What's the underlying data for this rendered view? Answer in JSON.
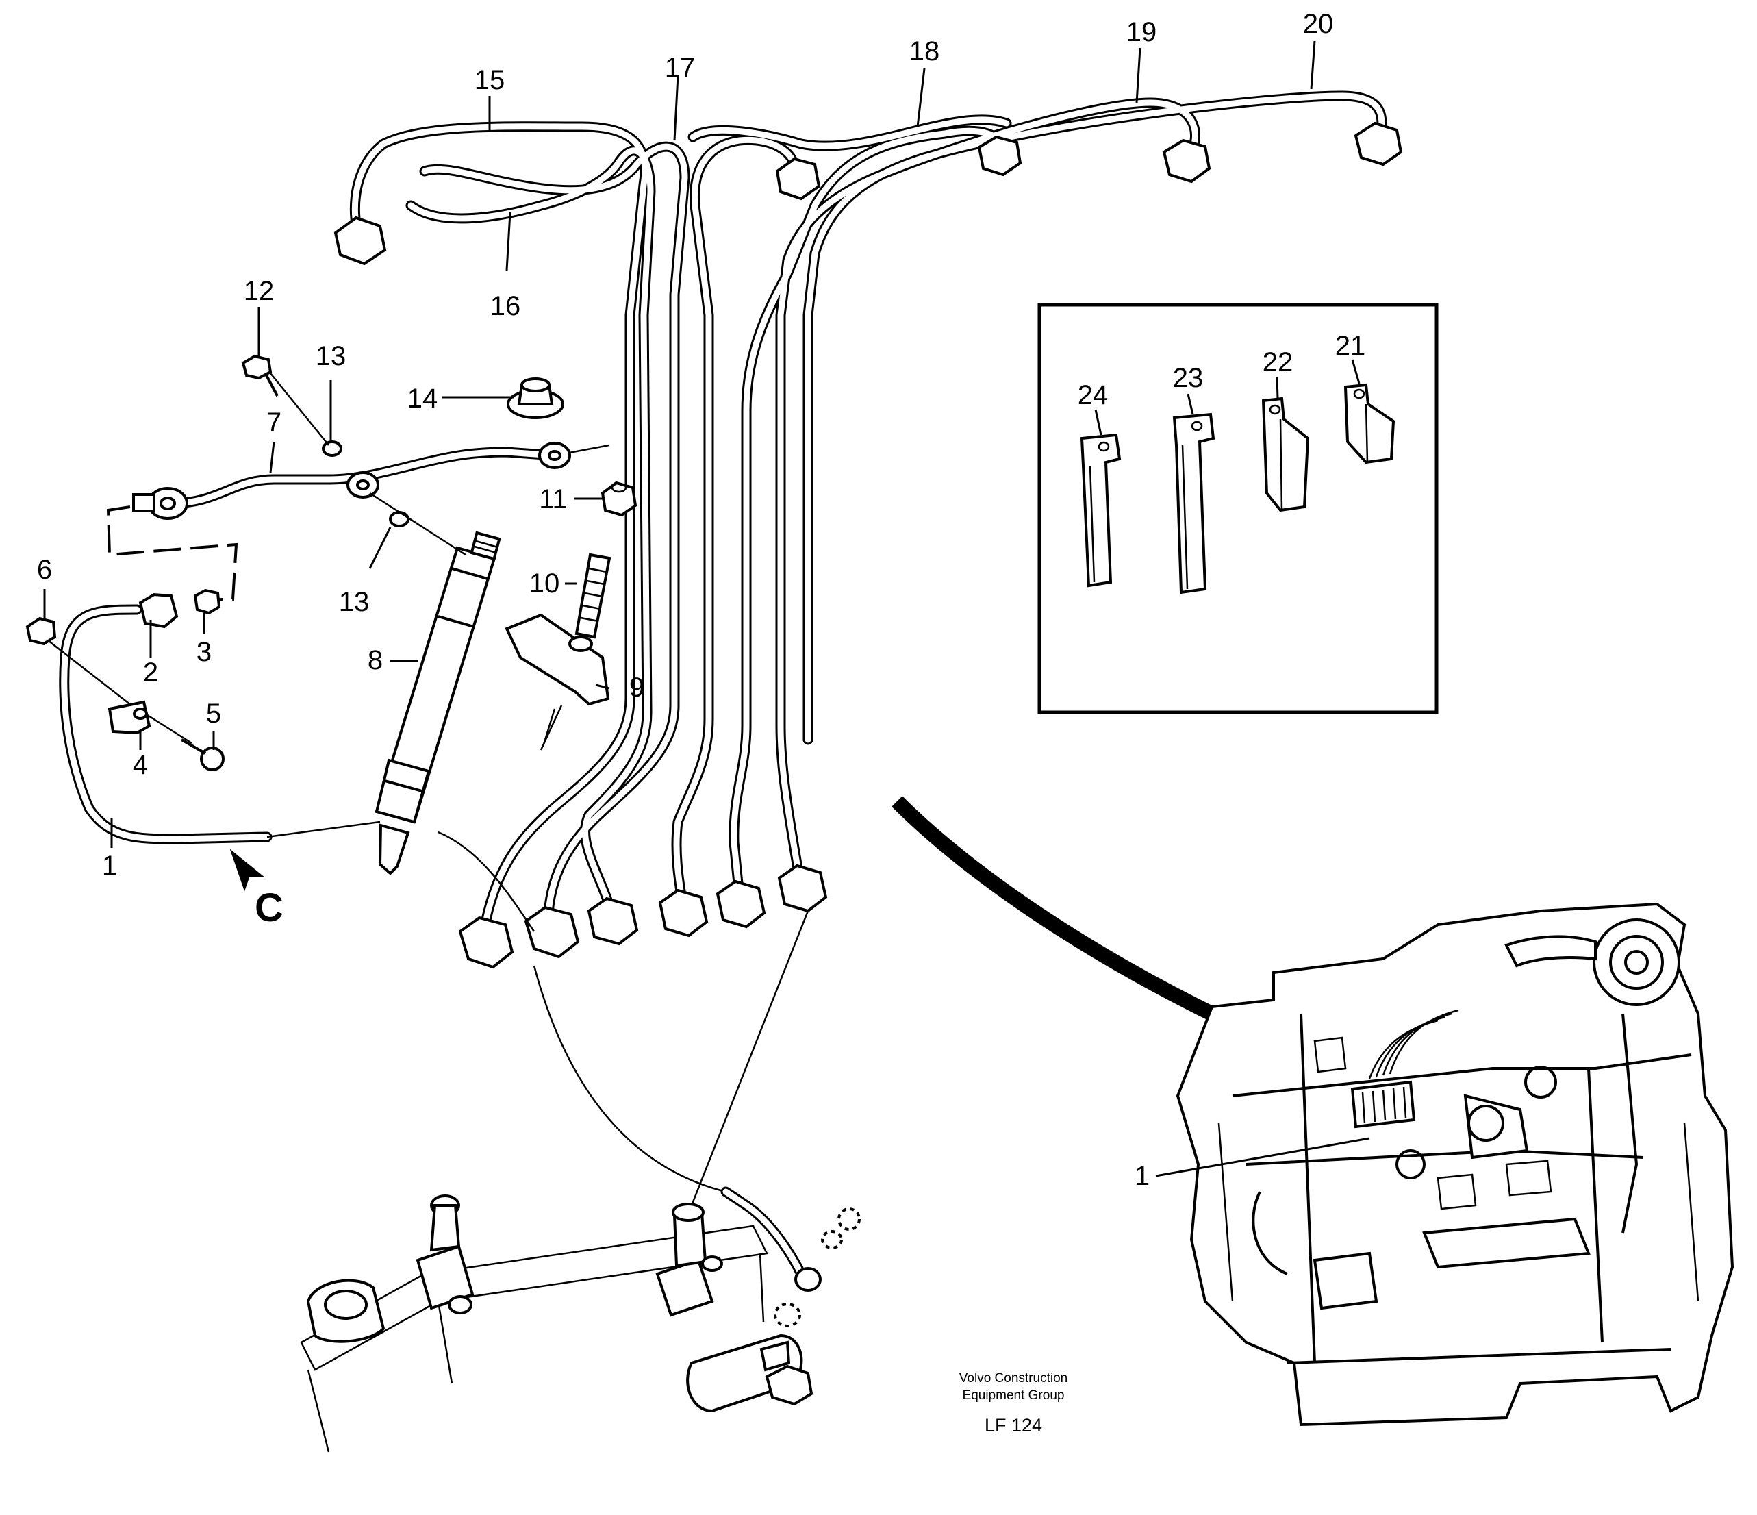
{
  "part_labels": [
    "1",
    "2",
    "3",
    "4",
    "5",
    "6",
    "7",
    "8",
    "9",
    "10",
    "11",
    "12",
    "13",
    "13",
    "14",
    "15",
    "16",
    "17",
    "18",
    "19",
    "20",
    "21",
    "22",
    "23",
    "24",
    "1"
  ],
  "view_marker": "C",
  "credit_line1": "Volvo Construction",
  "credit_line2": "Equipment Group",
  "drawing_code": "LF 124",
  "icons": [
    "injector",
    "injection-pipes",
    "clamp",
    "engine-view",
    "callout-arrow"
  ]
}
